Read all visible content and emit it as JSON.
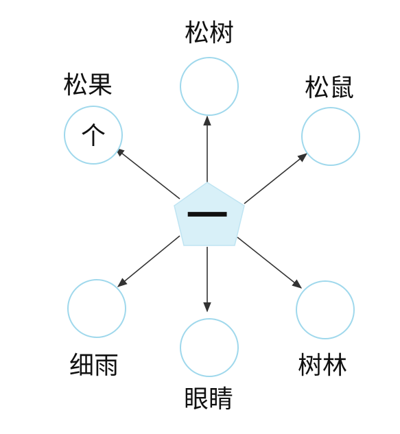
{
  "center": {
    "text": "一"
  },
  "nodes": [
    {
      "id": "top",
      "word": "松树",
      "answer": ""
    },
    {
      "id": "top-left",
      "word": "松果",
      "answer": "个"
    },
    {
      "id": "top-right",
      "word": "松鼠",
      "answer": ""
    },
    {
      "id": "bottom-left",
      "word": "细雨",
      "answer": ""
    },
    {
      "id": "bottom",
      "word": "眼睛",
      "answer": ""
    },
    {
      "id": "bottom-right",
      "word": "树林",
      "answer": ""
    }
  ],
  "colors": {
    "circle_stroke": "#9fd8ec",
    "pentagon_fill": "#d8f0f8"
  }
}
